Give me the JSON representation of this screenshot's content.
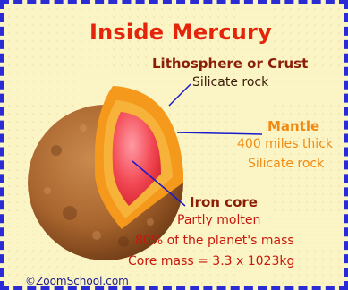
{
  "title": "Inside Mercury",
  "layers": {
    "crust": {
      "name": "Lithosphere or Crust",
      "desc": "Silicate rock"
    },
    "mantle": {
      "name": "Mantle",
      "thickness": "400 miles thick",
      "desc": "Silicate rock"
    },
    "core": {
      "name": "Iron core",
      "state": "Partly molten",
      "mass_share": "80% of the planet's mass",
      "mass": "Core mass = 3.3 x 1023kg"
    }
  },
  "credit": "©ZoomSchool.com",
  "colors": {
    "border": "#2b2bd6",
    "background": "#fbf5c6",
    "title": "#e4250c",
    "crust": "#f08a12",
    "mantle": "#f3a020",
    "core": "#ef3b4a",
    "pointer": "#1a1acc"
  }
}
